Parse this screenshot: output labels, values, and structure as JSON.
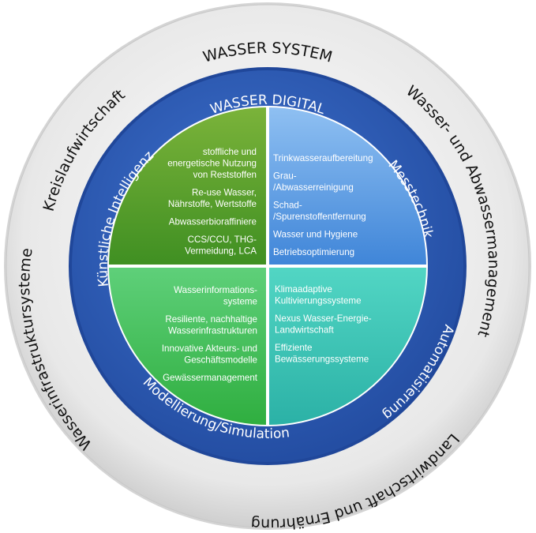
{
  "outer_ring": {
    "top": "WASSER SYSTEM",
    "right": "Wasser- und Abwassermanagement",
    "bottom": "Landwirtschaft und Ernährung",
    "left_lower": "Wasserinfrastruktursysteme",
    "left_upper": "Kreislaufwirtschaft"
  },
  "middle_ring": {
    "top": "WASSER DIGITAL",
    "right": "Messtechnik",
    "bottom_right": "Automatisierung",
    "bottom": "Modellierung/Simulation",
    "left": "Künstliche Intelligenz"
  },
  "quadrants": {
    "top_left": {
      "items": [
        [
          "stoffliche und",
          "energetische Nutzung",
          "von Reststoffen"
        ],
        [
          "Re-use Wasser,",
          "Nährstoffe, Wertstoffe"
        ],
        [
          "Abwasserbioraffiniere"
        ],
        [
          "CCS/CCU, THG-",
          "Vermeidung, LCA"
        ]
      ]
    },
    "top_right": {
      "items": [
        [
          "Trinkwasseraufbereitung"
        ],
        [
          "Grau-",
          "/Abwasserreinigung"
        ],
        [
          "Schad-",
          "/Spurenstoffentfernung"
        ],
        [
          "Wasser und Hygiene"
        ],
        [
          "Betriebsoptimierung"
        ]
      ]
    },
    "bottom_left": {
      "items": [
        [
          "Wasserinformations-",
          "systeme"
        ],
        [
          "Resiliente, nachhaltige",
          "Wasserinfrastrukturen"
        ],
        [
          "Innovative Akteurs- und",
          "Geschäftsmodelle"
        ],
        [
          "Gewässermanagement"
        ]
      ]
    },
    "bottom_right": {
      "items": [
        [
          "Klimaadaptive",
          "Kultivierungssysteme"
        ],
        [
          "Nexus Wasser-Energie-",
          "Landwirtschaft"
        ],
        [
          "Effiziente",
          "Bewässerungssysteme"
        ]
      ]
    }
  },
  "colors": {
    "outer_ring": "#e6e6e6",
    "middle_ring": "#2f5db4",
    "green_dark": "#4e9a2a",
    "green_light": "#3fbd55",
    "blue_light": "#5aa0e6",
    "teal": "#3cc7b8"
  }
}
